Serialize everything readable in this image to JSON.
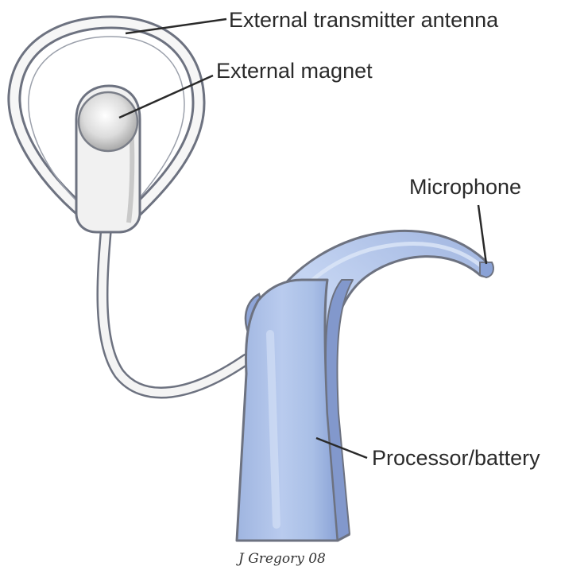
{
  "labels": {
    "antenna": "External transmitter antenna",
    "magnet": "External magnet",
    "microphone": "Microphone",
    "processor": "Processor/battery"
  },
  "signature": "J Gregory 08",
  "colors": {
    "device_blue": "#a9bfe6",
    "device_shadow": "#8298cc",
    "device_highlight": "#d2def5",
    "outline": "#6d7280",
    "leader_line": "#2a2a2a"
  }
}
